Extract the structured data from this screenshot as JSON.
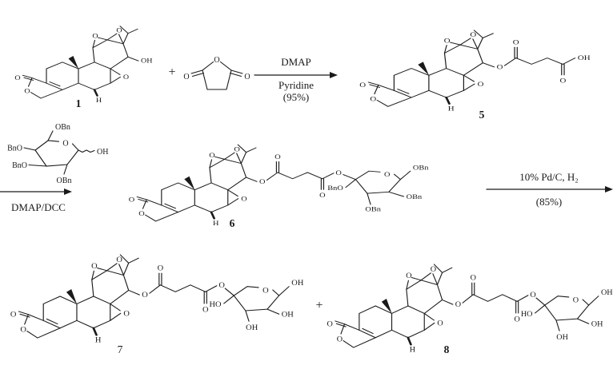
{
  "scheme": {
    "compounds": {
      "c1": {
        "number": "1"
      },
      "c5": {
        "number": "5"
      },
      "c6": {
        "number": "6"
      },
      "c7": {
        "number": "7"
      },
      "c8": {
        "number": "8"
      }
    },
    "reagents": {
      "step1_above": "DMAP",
      "step1_below1": "Pyridine",
      "step1_below2": "(95%)",
      "step2_below": "DMAP/DCC",
      "step3_above": "10% Pd/C, H₂",
      "step3_below": "(85%)"
    },
    "plus": "+",
    "atom_labels": {
      "O": "O",
      "OH": "OH",
      "HO": "HO",
      "H": "H",
      "OBn": "OBn",
      "BnO": "BnO"
    }
  }
}
